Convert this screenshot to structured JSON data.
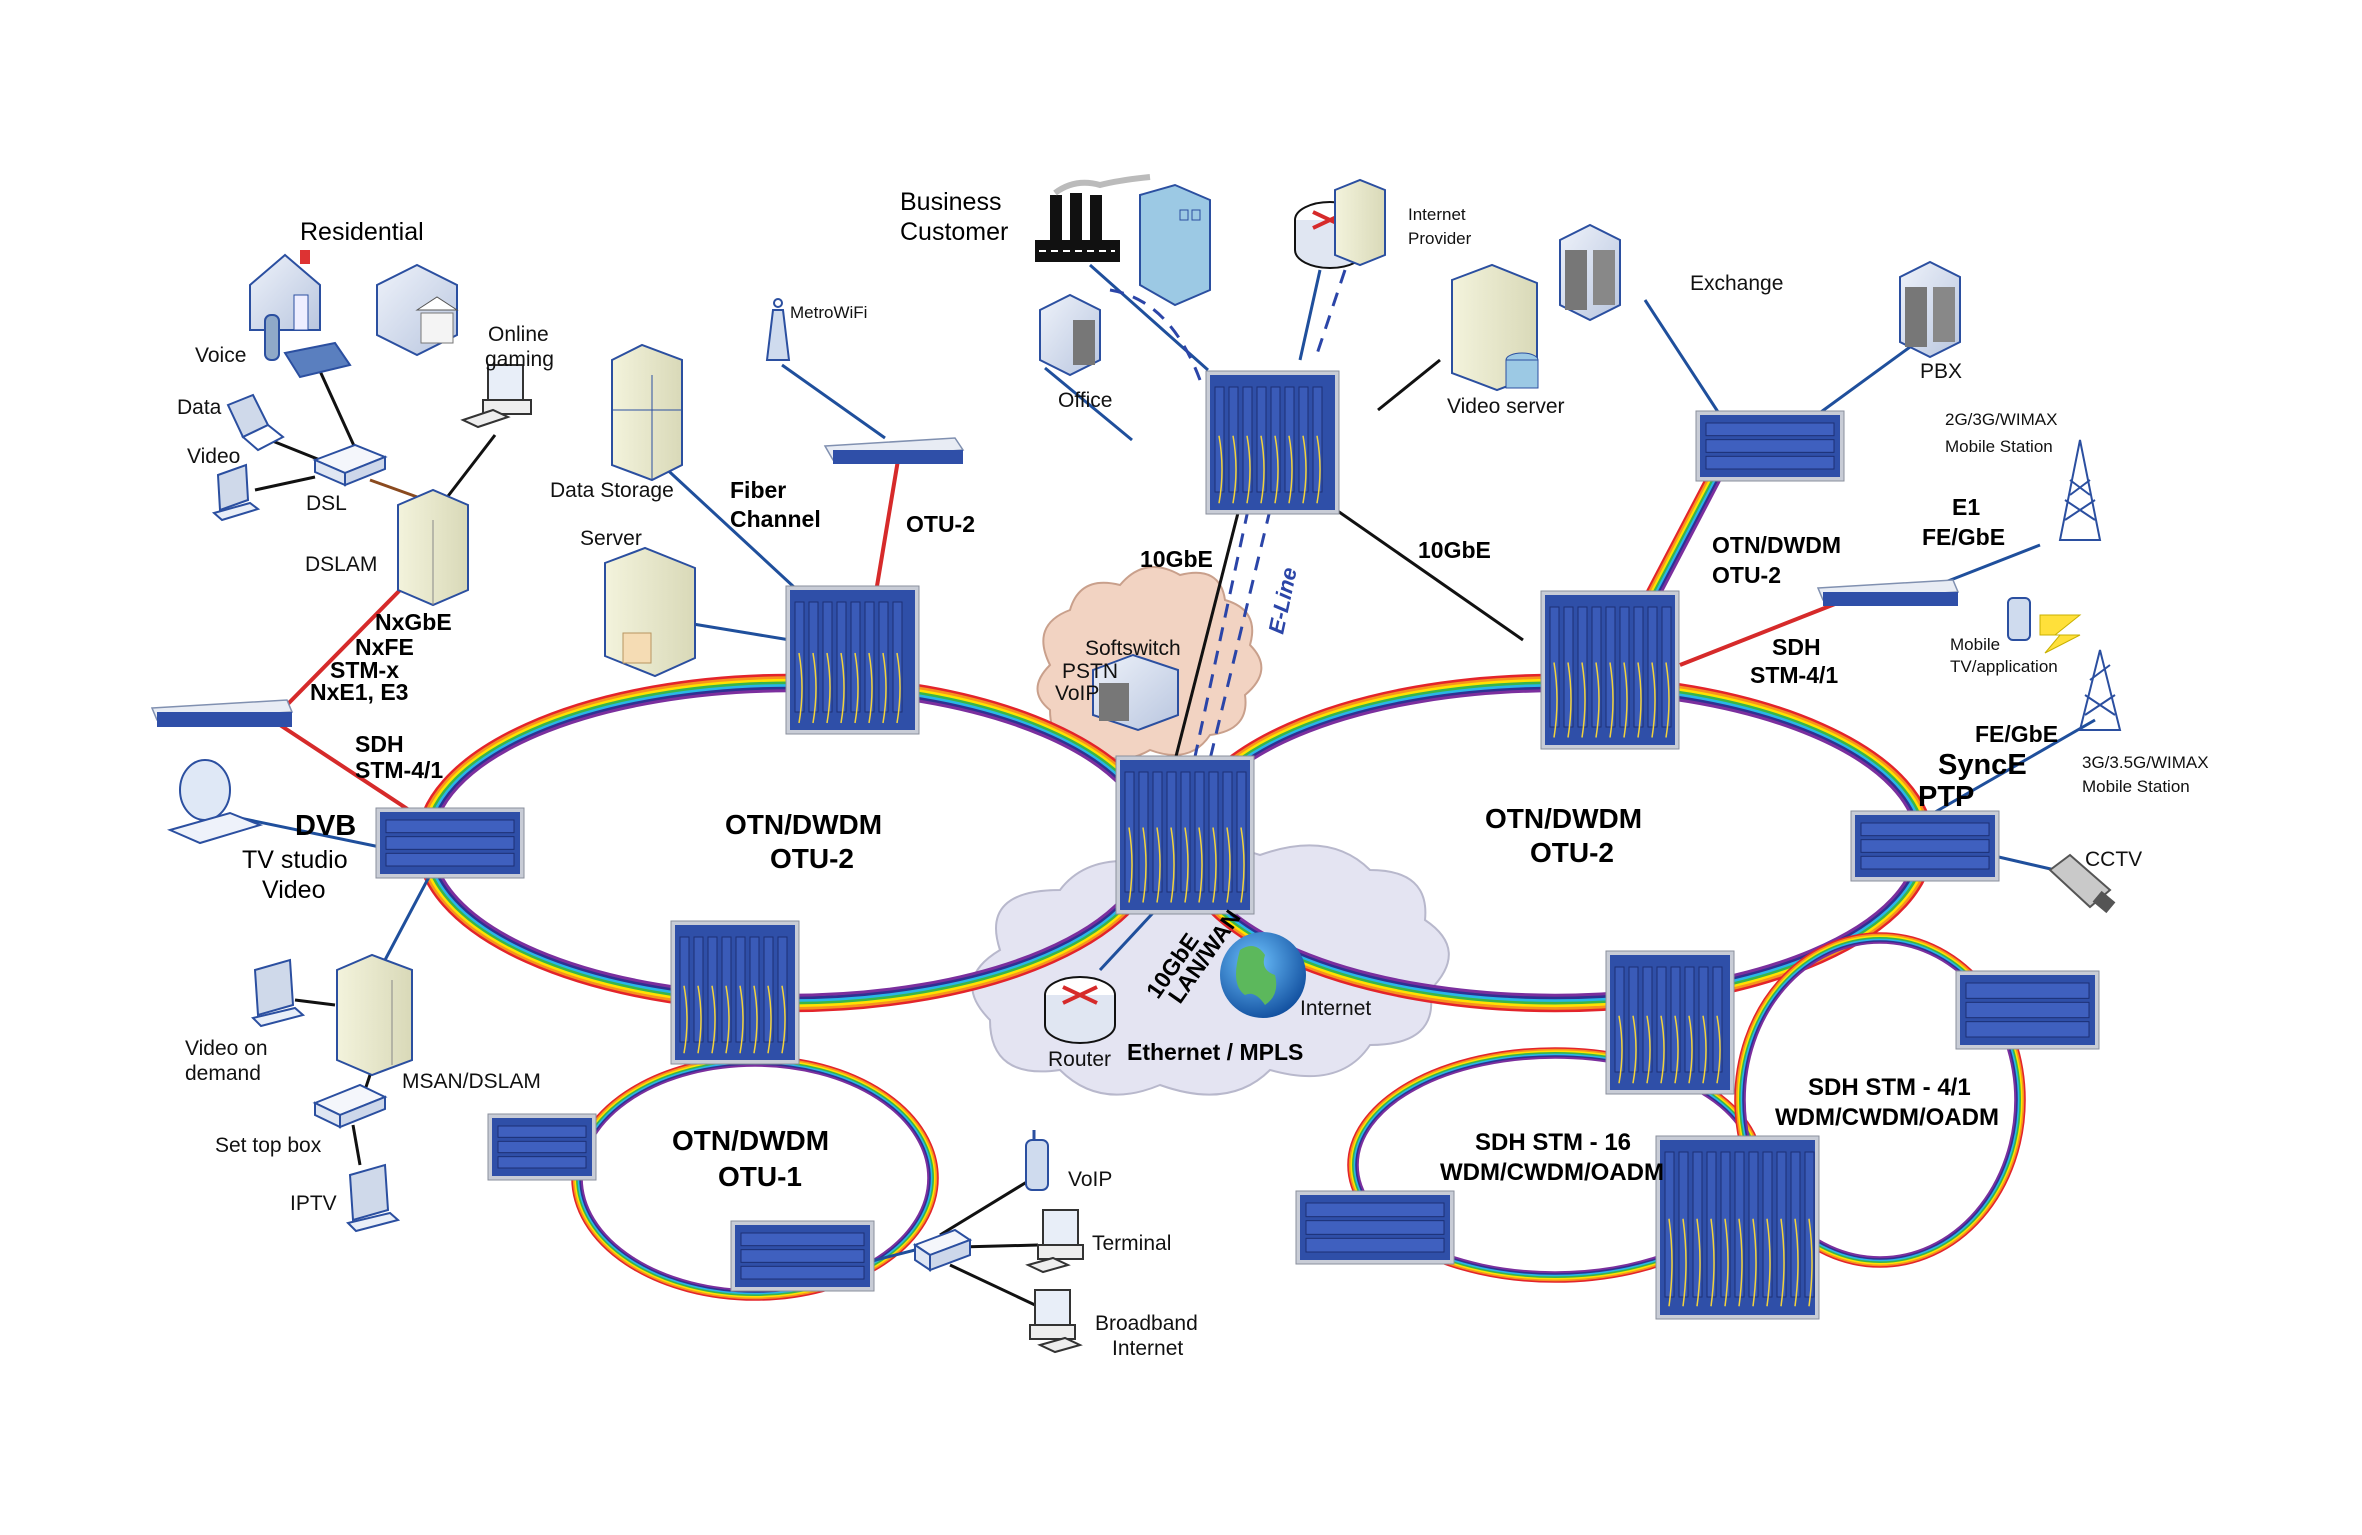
{
  "diagram": {
    "type": "telecom-network-topology",
    "colors": {
      "rainbow": [
        "#e3242b",
        "#f7941d",
        "#ffe200",
        "#39b54a",
        "#29b6e8",
        "#2e3192",
        "#7b2f9e"
      ],
      "copper_link": "#d62a2a",
      "access_link": "#1f4f9c",
      "ethernet_link": "#111111",
      "eline_dashed": "#2b45a8",
      "softswitch_cloud": "#f2d3c2",
      "mpls_cloud": "#e4e4f2",
      "equipment_blue": "#2f4fa8"
    },
    "residential": {
      "title": "Residential",
      "voice": "Voice",
      "data": "Data",
      "video": "Video",
      "dsl": "DSL",
      "dslam": "DSLAM",
      "online_gaming_1": "Online",
      "online_gaming_2": "gaming"
    },
    "left_links": {
      "nxgbe": "NxGbE",
      "nxfe": "NxFE",
      "stmx": "STM-x",
      "nxe1": "NxE1, E3",
      "sdh": "SDH",
      "stm41": "STM-4/1"
    },
    "dvb": {
      "dvb": "DVB",
      "tv_studio": "TV studio",
      "video": "Video"
    },
    "msan": {
      "vod_1": "Video on",
      "vod_2": "demand",
      "msan_dslam": "MSAN/DSLAM",
      "set_top_box": "Set top box",
      "iptv": "IPTV"
    },
    "enterprise": {
      "data_storage": "Data Storage",
      "fiber_1": "Fiber",
      "fiber_2": "Channel",
      "server": "Server",
      "metrowifi": "MetroWiFi",
      "otu2": "OTU-2"
    },
    "business": {
      "business_1": "Business",
      "business_2": "Customer",
      "office": "Office",
      "internet_provider_1": "Internet",
      "internet_provider_2": "Provider",
      "video_server": "Video server",
      "tengbe_left": "10GbE",
      "tengbe_right": "10GbE",
      "eline": "E-Line"
    },
    "softswitch": {
      "softswitch": "Softswitch",
      "pstn": "PSTN",
      "voip": "VoIP"
    },
    "rings": {
      "left_1": "OTN/DWDM",
      "left_2": "OTU-2",
      "right_1": "OTN/DWDM",
      "right_2": "OTU-2",
      "otu1_1": "OTN/DWDM",
      "otu1_2": "OTU-1",
      "stm16_1": "SDH STM - 16",
      "stm16_2": "WDM/CWDM/OADM",
      "stm41_1": "SDH STM - 4/1",
      "stm41_2": "WDM/CWDM/OADM"
    },
    "mpls": {
      "tengbe": "10GbE",
      "lanwan": "LAN/WAN",
      "router": "Router",
      "internet": "Internet",
      "title": "Ethernet / MPLS"
    },
    "lan": {
      "voip": "VoIP",
      "terminal": "Terminal",
      "broadband_1": "Broadband",
      "broadband_2": "Internet"
    },
    "right_side": {
      "exchange": "Exchange",
      "pbx": "PBX",
      "mobile_2g_1": "2G/3G/WIMAX",
      "mobile_2g_2": "Mobile Station",
      "e1": "E1",
      "fe_gbe": "FE/GbE",
      "otn_1": "OTN/DWDM",
      "otn_2": "OTU-2",
      "sdh": "SDH",
      "stm41": "STM-4/1",
      "mobile_tv_1": "Mobile",
      "mobile_tv_2": "TV/application",
      "fe_gbe_2": "FE/GbE",
      "synce": "SyncE",
      "ptp": "PTP",
      "mobile_3g_1": "3G/3.5G/WIMAX",
      "mobile_3g_2": "Mobile Station",
      "cctv": "CCTV"
    }
  }
}
